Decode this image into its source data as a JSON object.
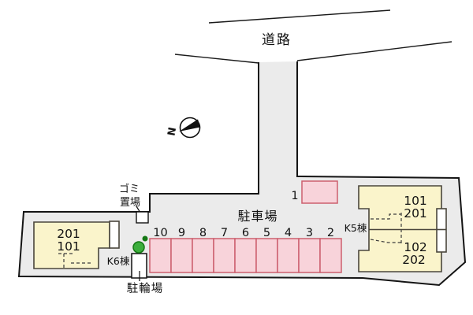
{
  "site_plan": {
    "road_label": "道路",
    "compass_letter": "N",
    "parking": {
      "area_label": "駐車場",
      "stall_numbers": [
        "10",
        "9",
        "8",
        "7",
        "6",
        "5",
        "4",
        "3",
        "2"
      ],
      "stall_one_label": "1"
    },
    "garbage_area": {
      "label_line1": "ゴミ",
      "label_line2": "置場"
    },
    "bicycle_area": {
      "label": "駐輪場"
    },
    "building_k6": {
      "name": "K6棟",
      "units": [
        "201",
        "101"
      ]
    },
    "building_k5": {
      "name": "K5棟",
      "units": [
        "101",
        "201",
        "102",
        "202"
      ]
    },
    "colors": {
      "site_ground": "#ebebeb",
      "outline": "#141414",
      "building_fill": "#faf4cb",
      "building_stroke": "#4a463c",
      "stall_fill": "#f8d3da",
      "stall_stroke": "#cc5f6e",
      "tree_green": "#3cae3c",
      "tree_green_dark": "#157815"
    }
  }
}
